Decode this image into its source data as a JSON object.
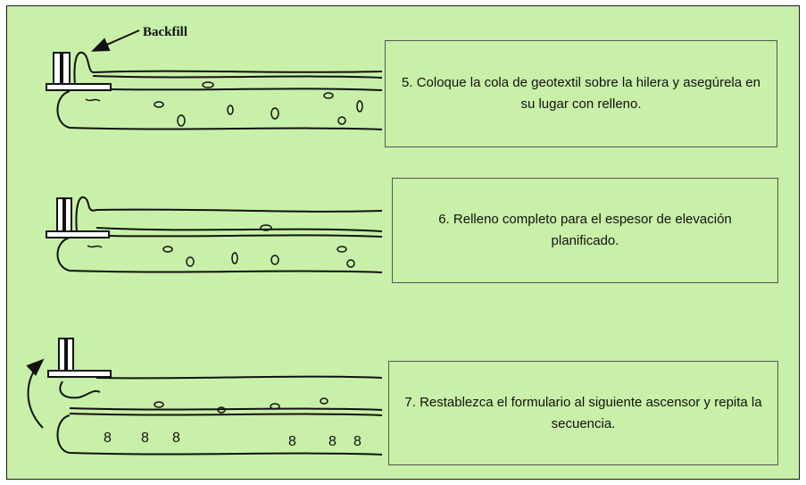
{
  "figure": {
    "callout_label": "Backfill",
    "background_color": "#c8f0a8",
    "steps": [
      {
        "text": "5. Coloque la cola de geotextil sobre la hilera y asegúrela en su lugar con relleno."
      },
      {
        "text": "6. Relleno completo para el espesor de elevación planificado."
      },
      {
        "text": "7. Restablezca el formulario al siguiente ascensor y repita la secuencia."
      }
    ],
    "icons": [
      "arrow-icon",
      "curved-arrow-icon",
      "form-post-icon",
      "geotextile-tube-icon"
    ]
  }
}
